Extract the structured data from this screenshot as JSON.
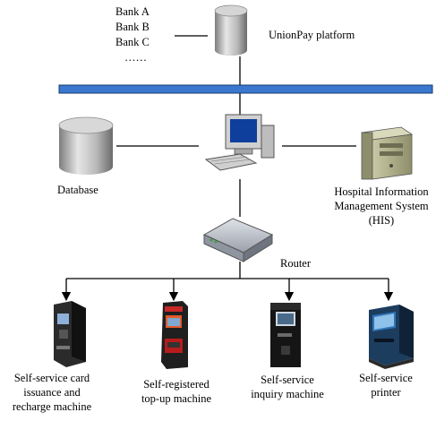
{
  "banks": [
    "Bank A",
    "Bank B",
    "Bank C",
    "……"
  ],
  "unionpay_label": "UnionPay platform",
  "database_label": "Database",
  "his_label": [
    "Hospital Information",
    "Management System",
    "(HIS)"
  ],
  "router_label": "Router",
  "machines": [
    {
      "lines": [
        "Self-service card",
        "issuance and",
        "recharge machine"
      ],
      "icon": "card-issuance-kiosk-icon"
    },
    {
      "lines": [
        "Self-registered",
        "top-up machine"
      ],
      "icon": "top-up-kiosk-icon"
    },
    {
      "lines": [
        "Self-",
        "service",
        "inquiry machine"
      ],
      "icon": "inquiry-kiosk-icon"
    },
    {
      "lines": [
        "Self-service",
        "printer"
      ],
      "icon": "printer-kiosk-icon"
    }
  ],
  "colors": {
    "bus": "#3a78d0",
    "bus_border": "#1b3a6a",
    "line": "#000000"
  }
}
